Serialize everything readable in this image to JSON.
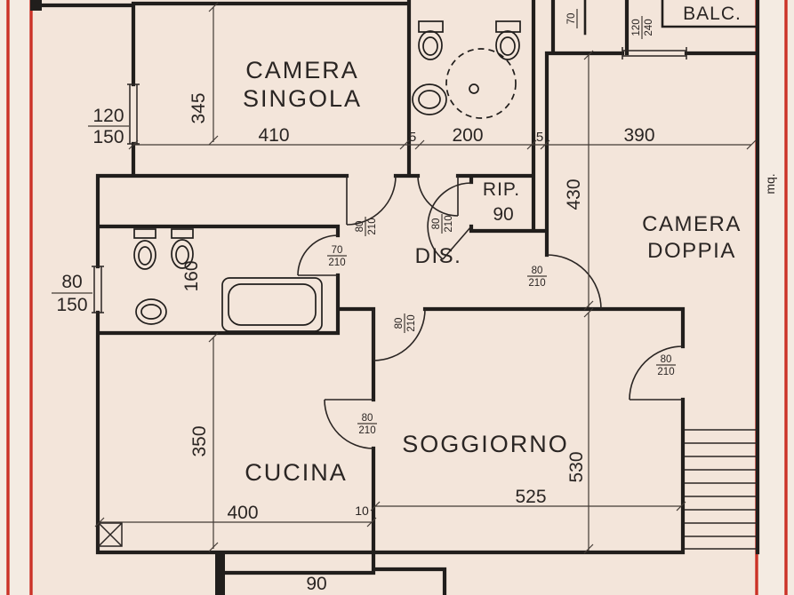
{
  "colors": {
    "background": "#f4ebe2",
    "paper_inner": "#f3e5da",
    "ink": "#211e1c",
    "frame_red": "#cb3227"
  },
  "rooms": {
    "camera_singola_1": "CAMERA",
    "camera_singola_2": "SINGOLA",
    "camera_doppia_1": "CAMERA",
    "camera_doppia_2": "DOPPIA",
    "cucina": "CUCINA",
    "soggiorno": "SOGGIORNO",
    "dis": "DIS.",
    "rip": "RIP.",
    "balc": "BALC."
  },
  "dimensions": {
    "rip_width": "90",
    "top_window_w": "120",
    "top_window_h": "150",
    "camera_singola_depth": "345",
    "camera_singola_width": "410",
    "bagno_width": "200",
    "camera_doppia_width": "390",
    "wall_a": "5",
    "wall_b": "5",
    "camera_doppia_depth": "430",
    "left_window_w": "80",
    "left_window_h": "150",
    "bagno2_depth": "160",
    "cucina_depth": "350",
    "cucina_width": "400",
    "wall_c": "10",
    "soggiorno_width": "525",
    "soggiorno_depth": "530",
    "terrace_width": "90",
    "balc_door_w": "120",
    "balc_door_h": "240",
    "shaft_w": "70",
    "mq": "mq."
  },
  "doors": {
    "singola": {
      "w": "80",
      "h": "210"
    },
    "bagno": {
      "w": "80",
      "h": "210"
    },
    "bagno2": {
      "w": "70",
      "h": "210"
    },
    "doppia": {
      "w": "80",
      "h": "210"
    },
    "soggiorno": {
      "w": "80",
      "h": "210"
    },
    "balcone": {
      "w": "80",
      "h": "210"
    },
    "cucina": {
      "w": "80",
      "h": "210"
    }
  }
}
